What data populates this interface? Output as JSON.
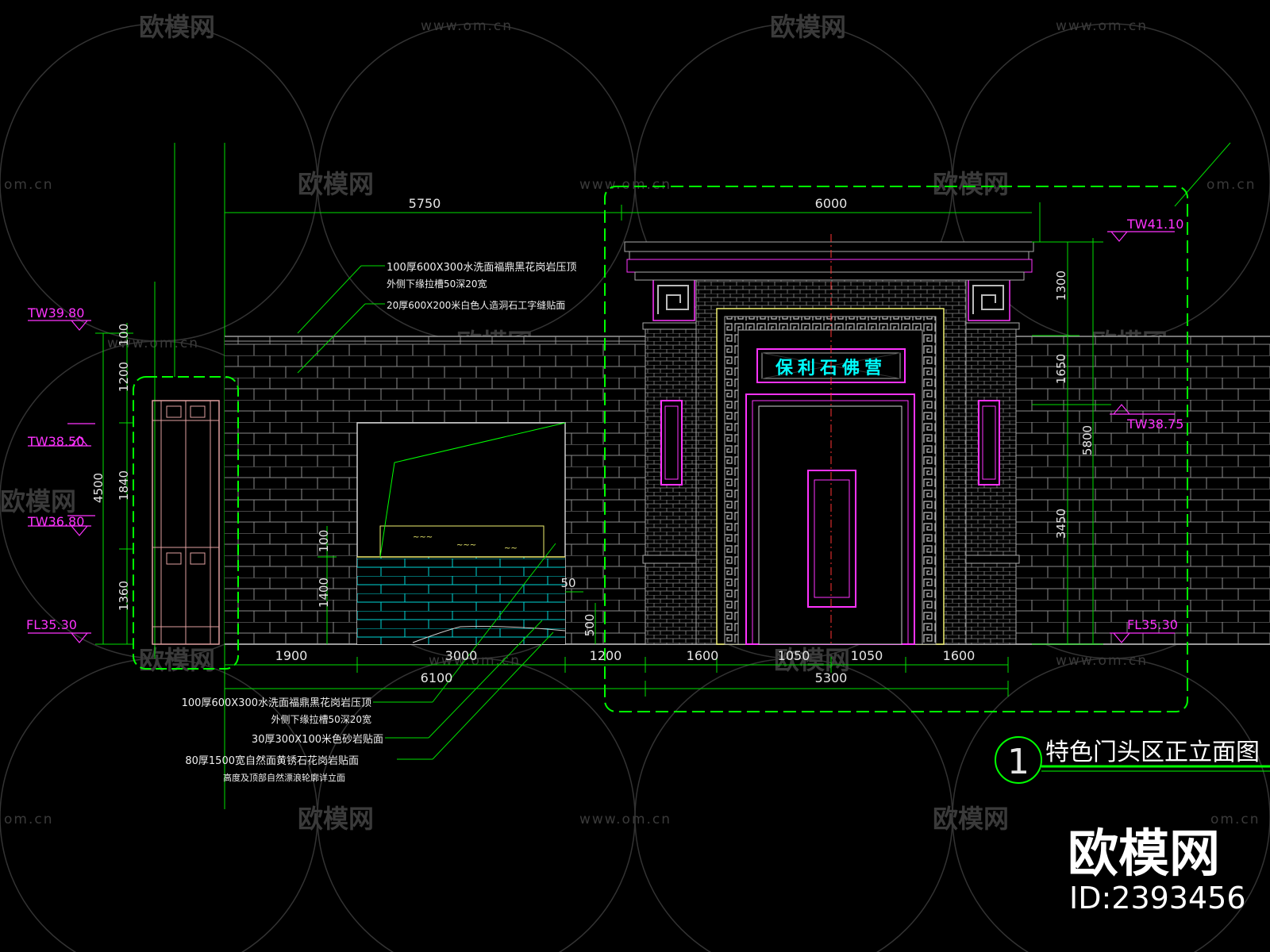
{
  "watermark": {
    "brand": "欧模网",
    "url": "www.om.cn",
    "url_short": "om.cn",
    "big_brand": "欧模网",
    "id_text": "ID:2393456"
  },
  "title": {
    "number": "1",
    "text": "特色门头区正立面图"
  },
  "plaque_text": "保利石佛营",
  "levels": {
    "tw3980": "TW39.80",
    "tw3850": "TW38.50",
    "tw3680": "TW36.80",
    "fl3530_left": "FL35.30",
    "tw4110": "TW41.10",
    "tw3875": "TW38.75",
    "fl3530_right": "FL35.30"
  },
  "dims": {
    "d5750": "5750",
    "d6000": "6000",
    "d100": "100",
    "d1200": "1200",
    "d4500": "4500",
    "d1840": "1840",
    "d1360": "1360",
    "d100b": "100",
    "d1400": "1400",
    "d50": "50",
    "d500": "500",
    "d1900": "1900",
    "d3000": "3000",
    "d1200b": "1200",
    "d6100": "6100",
    "d1600a": "1600",
    "d1050a": "1050",
    "d1050b": "1050",
    "d1600b": "1600",
    "d5300": "5300",
    "d1300": "1300",
    "d1650": "1650",
    "d5800": "5800",
    "d3450": "3450"
  },
  "notes_top": {
    "n1a": "100厚600X300水洗面福鼎黑花岗岩压顶",
    "n1b": "外侧下缘拉槽50深20宽",
    "n2": "20厚600X200米白色人造洞石工字缝贴面"
  },
  "notes_bottom": {
    "n1a": "100厚600X300水洗面福鼎黑花岗岩压顶",
    "n1b": "外侧下缘拉槽50深20宽",
    "n2": "30厚300X100米色砂岩贴面",
    "n3a": "80厚1500宽自然面黄锈石花岗岩贴面",
    "n3b": "高度及顶部自然漂浪轮廓详立面"
  },
  "colors": {
    "background": "#000000",
    "wall_line": "#8c8c8c",
    "dimension": "#00ff00",
    "level_mark": "#ff33ff",
    "pattern": "#9a9a9a",
    "gate_frame": "#ff33ff",
    "planter": "#00e5e5",
    "plaque_text": "#00ffff",
    "axis": "#ff3333",
    "watermark": "#3a3a3a"
  }
}
